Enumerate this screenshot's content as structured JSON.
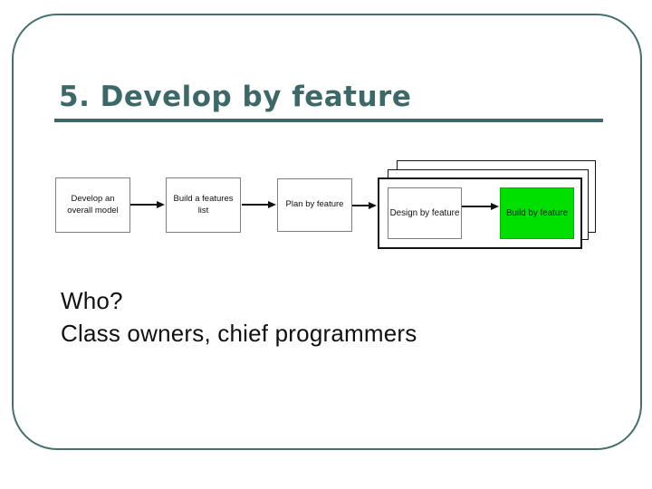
{
  "slide": {
    "title": "5. Develop by feature",
    "body": {
      "line1": "Who?",
      "line2": "Class owners, chief programmers"
    },
    "diagram": {
      "flow": [
        {
          "label": "Develop an overall model"
        },
        {
          "label": "Build a features list"
        },
        {
          "label": "Plan by feature"
        }
      ],
      "iteration_panel": {
        "design_label": "Design by feature",
        "build_label": "Build by feature",
        "stacked_pages": 3
      }
    },
    "colors": {
      "accent_teal": "#3c6868",
      "frame_teal": "#45706f",
      "highlight_green": "#00e000",
      "box_border_gray": "#7f7f7f",
      "text_black": "#111111"
    }
  }
}
